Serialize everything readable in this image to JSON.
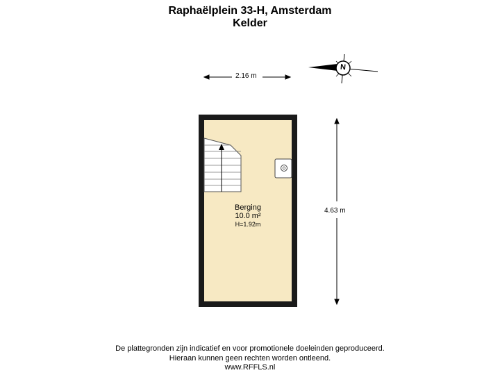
{
  "header": {
    "address": "Raphaëlplein 33-H, Amsterdam",
    "floor": "Kelder"
  },
  "compass": {
    "label": "N"
  },
  "dimensions": {
    "width": "2.16 m",
    "height": "4.63 m"
  },
  "room": {
    "name": "Berging",
    "area": "10.0 m²",
    "ceiling_height": "H=1.92m"
  },
  "colors": {
    "floor_fill": "#f7e9c3",
    "wall": "#1a1a1a"
  },
  "footer": {
    "line1": "De plattegronden zijn indicatief en voor promotionele doeleinden geproduceerd.",
    "line2": "Hieraan kunnen geen rechten worden ontleend.",
    "line3": "www.RFFLS.nl"
  }
}
